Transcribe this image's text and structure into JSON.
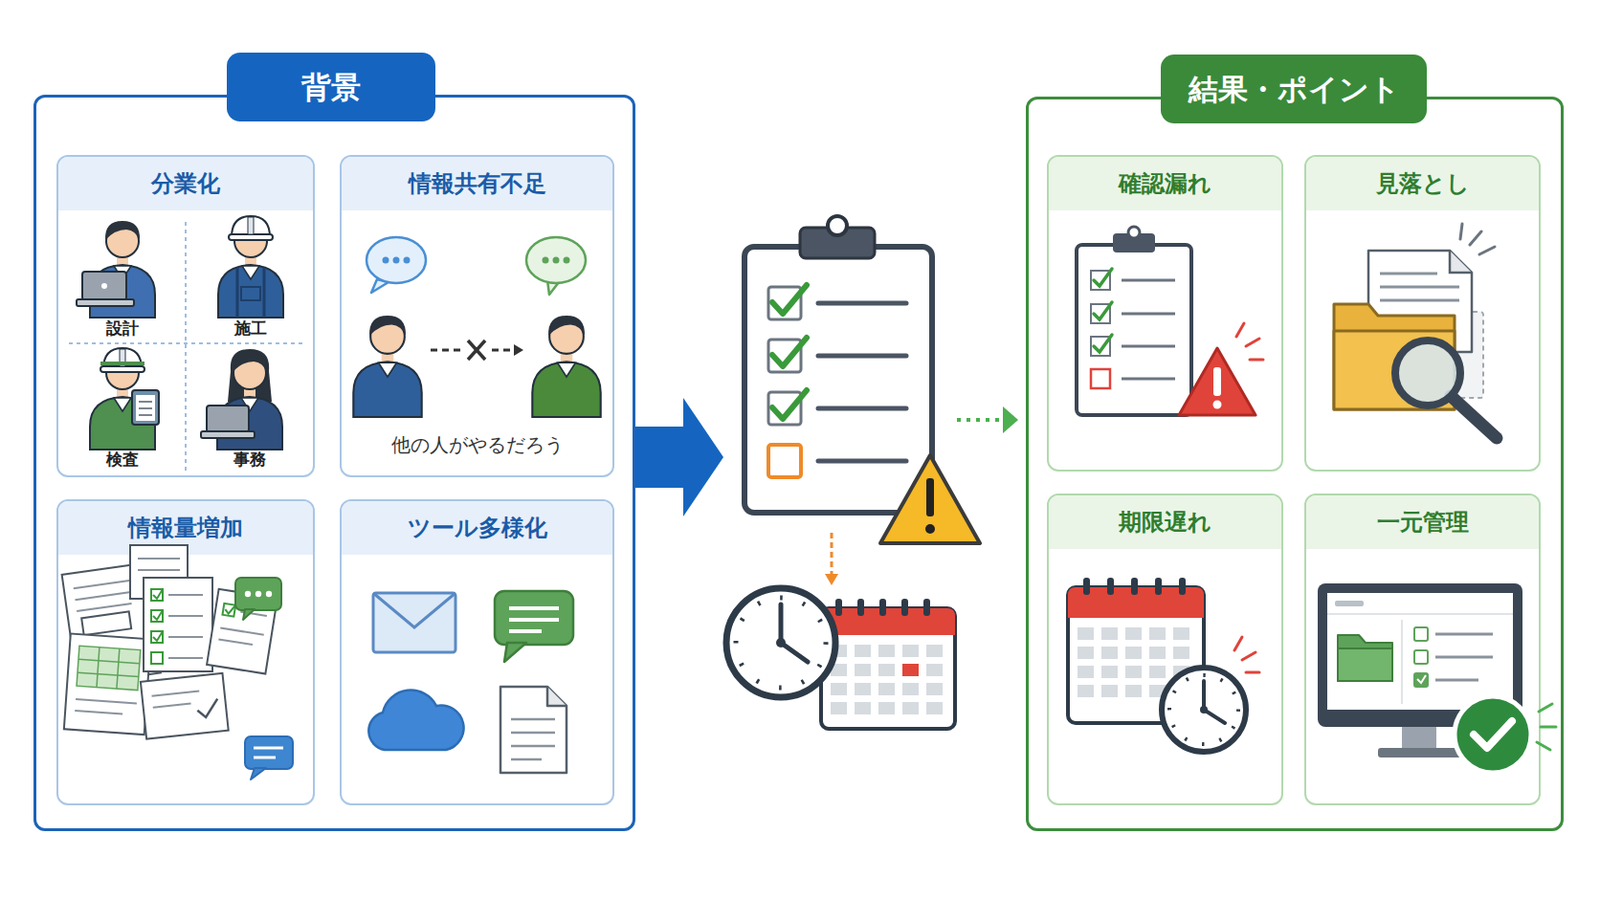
{
  "diagram": {
    "nodes": [
      {
        "text": [
          "背景"
        ]
      },
      {
        "text": [
          "分業化"
        ],
        "in": 0
      },
      {
        "text": [
          "情報共有不足",
          "他の人がやるだろう"
        ],
        "in": 0
      },
      {
        "text": [
          "情報量増加"
        ],
        "in": 0
      },
      {
        "text": [
          "ツール多様化"
        ],
        "in": 0
      },
      {
        "text": [
          "結果・ポイント"
        ]
      },
      {
        "text": [
          "確認漏れ"
        ],
        "in": 5
      },
      {
        "text": [
          "見落とし"
        ],
        "in": 5
      },
      {
        "text": [
          "期限遅れ"
        ],
        "in": 5
      },
      {
        "text": [
          "一元管理"
        ],
        "in": 5
      }
    ],
    "labels": [
      "設計",
      "施工",
      "検査",
      "事務"
    ]
  }
}
